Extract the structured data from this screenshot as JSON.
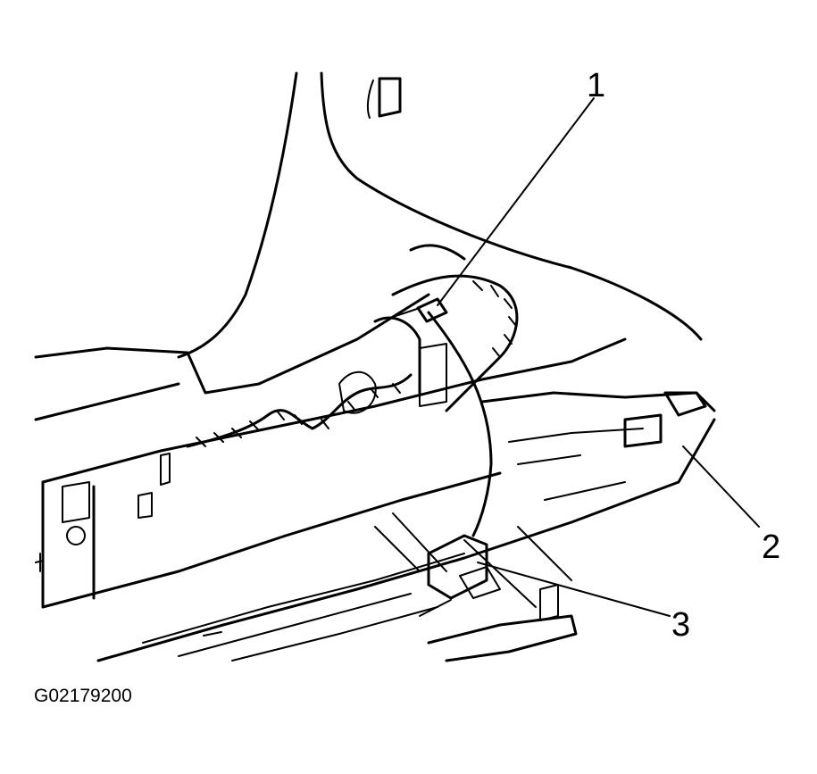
{
  "callouts": [
    {
      "label": "1"
    },
    {
      "label": "2"
    },
    {
      "label": "3"
    }
  ],
  "figure_id": "G02179200",
  "colors": {
    "ink": "#000000",
    "background": "#ffffff"
  }
}
